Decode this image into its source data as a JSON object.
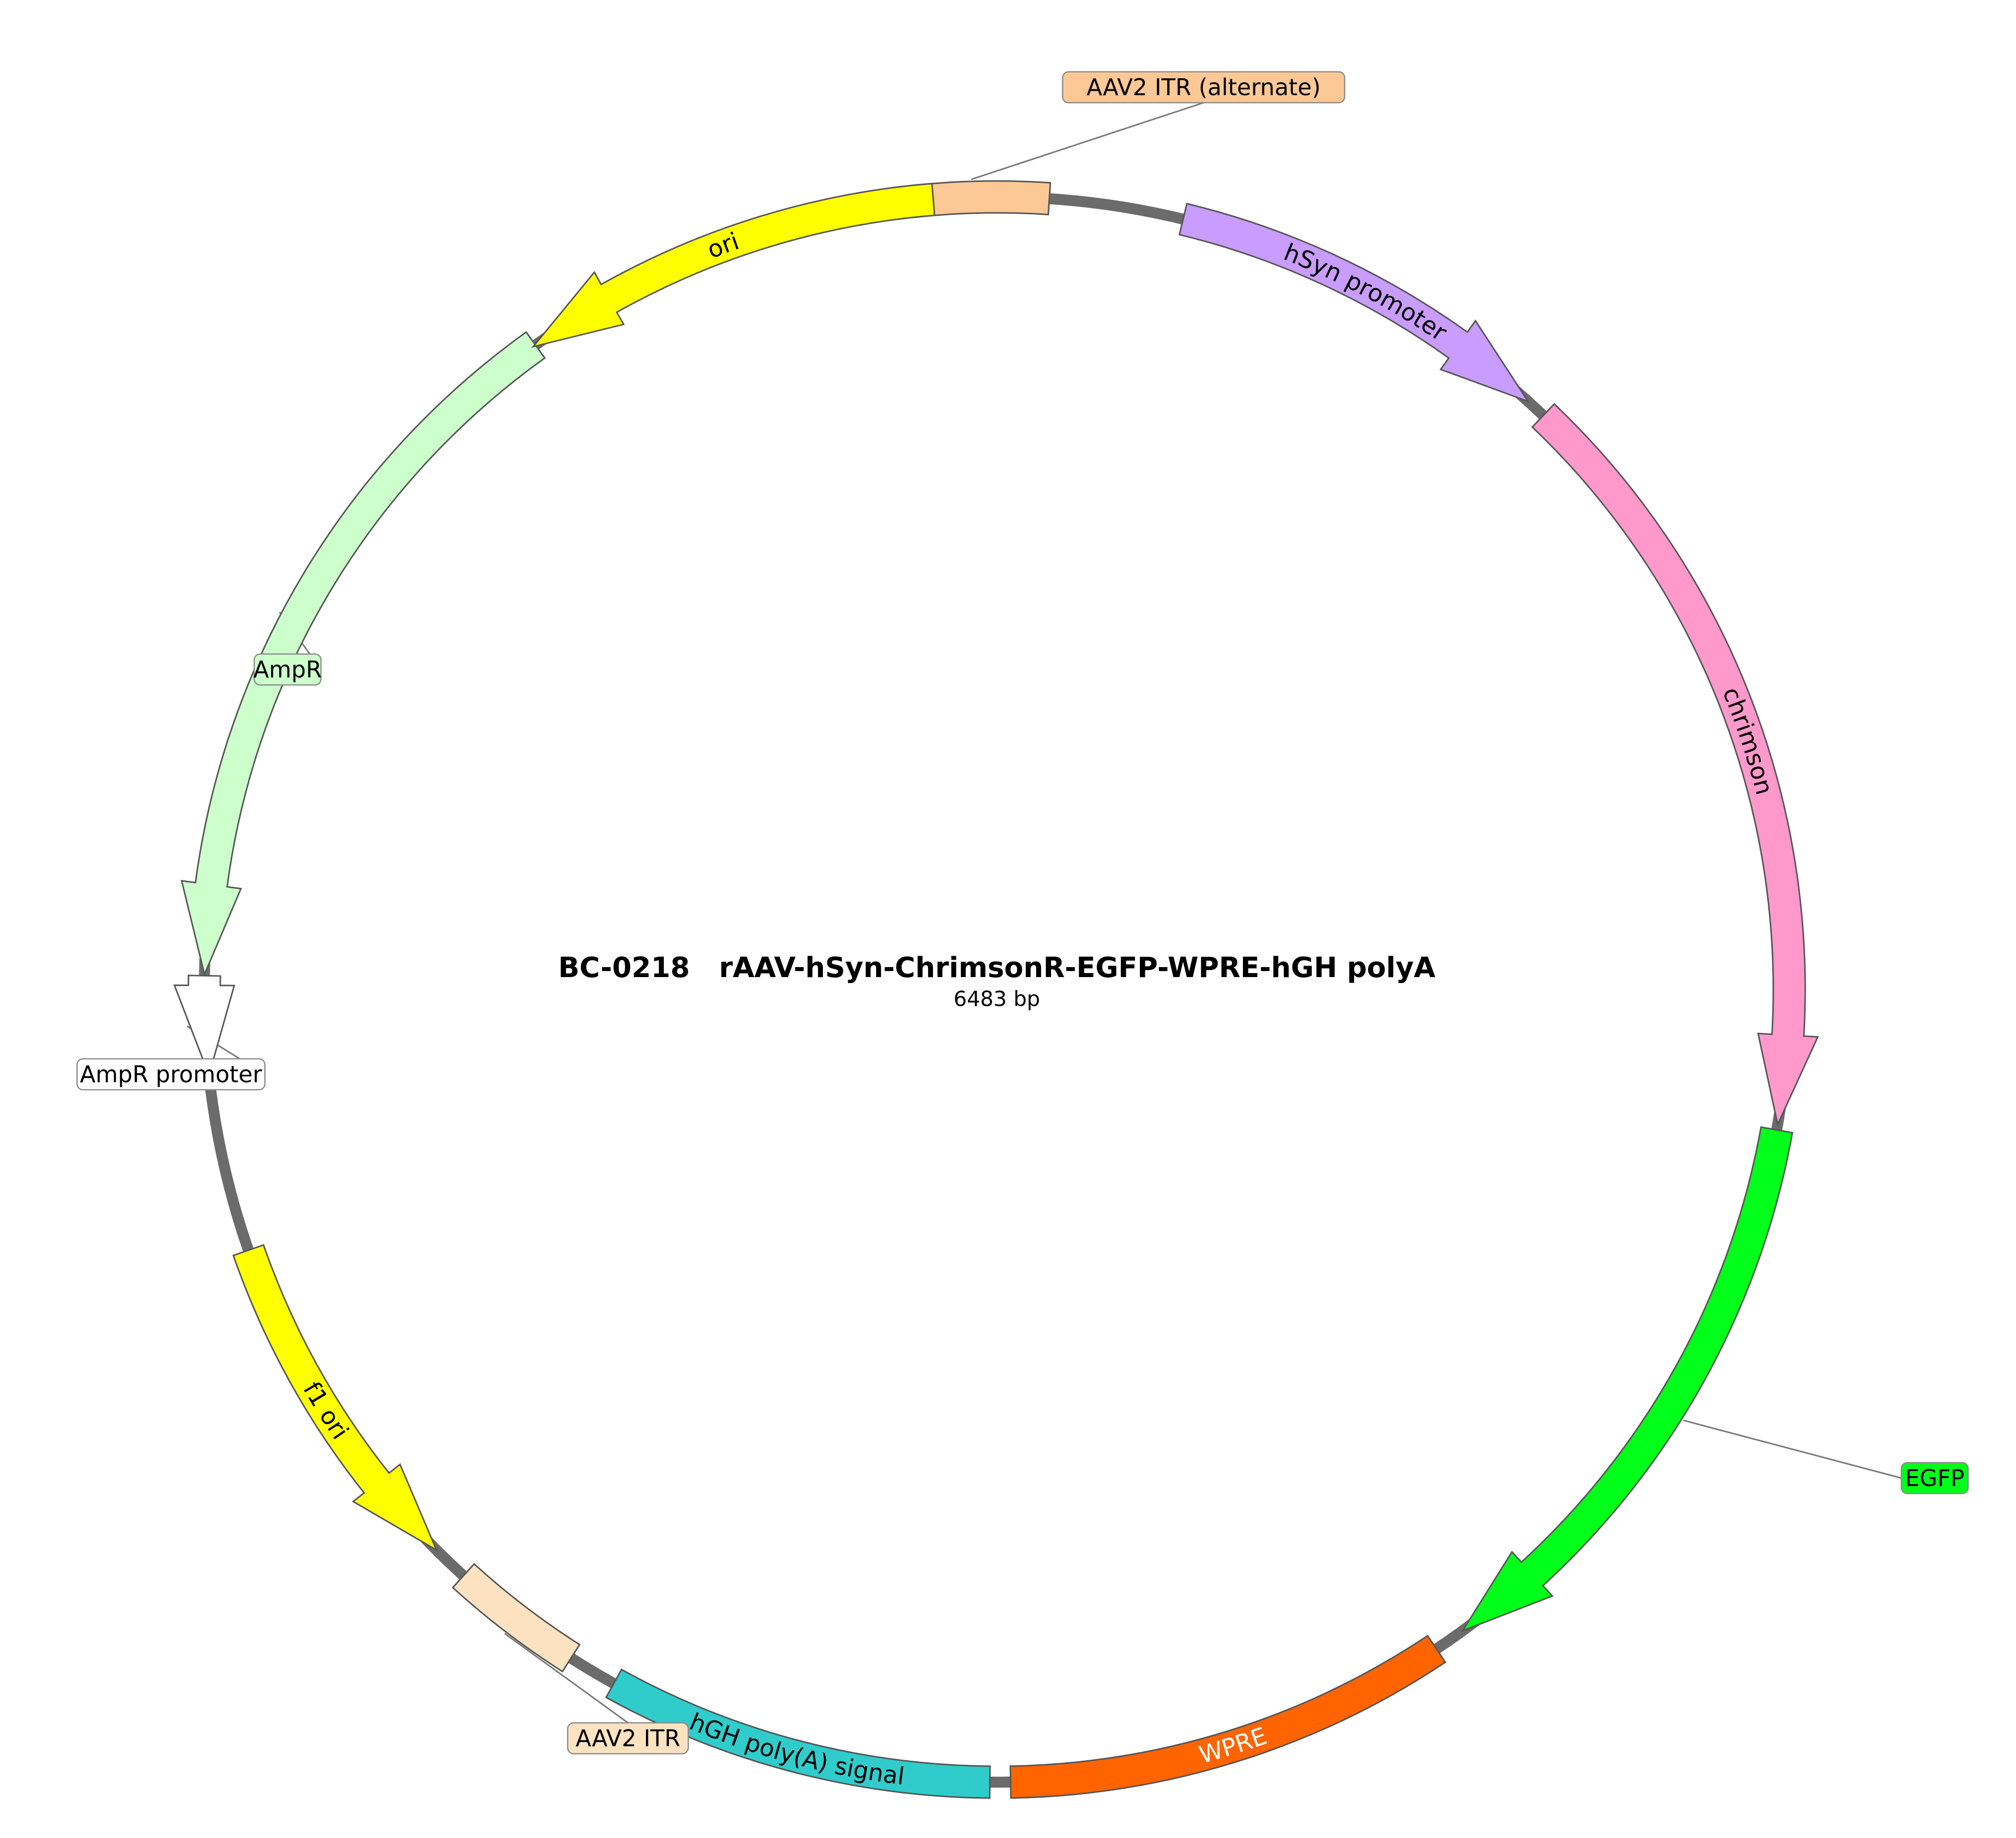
{
  "title": "BC-0218   rAAV-hSyn-ChrimsonR-EGFP-WPRE-hGH polyA",
  "size_label": "6483 bp",
  "backbone_color": "#6b6b6b",
  "features": [
    {
      "id": "aav2-itr-alt",
      "label": "AAV2 ITR (alternate)",
      "color": "#fbc896",
      "start_deg": -7.4,
      "end_deg": 3.8,
      "dir": "none",
      "inline_label": false,
      "callout": {
        "text": "AAV2 ITR (alternate)",
        "bg": "#fbc896"
      }
    },
    {
      "id": "hsyn-promoter",
      "label": "hSyn promoter",
      "color": "#c99cff",
      "start_deg": 13.6,
      "end_deg": 42.1,
      "dir": "cw",
      "inline_label": true,
      "text_color": "#000000"
    },
    {
      "id": "chrimson",
      "label": "chrimson",
      "color": "#ff99cc",
      "start_deg": 43.6,
      "end_deg": 99.8,
      "dir": "cw",
      "inline_label": true,
      "text_color": "#000000"
    },
    {
      "id": "egfp",
      "label": "EGFP",
      "color": "#00ff19",
      "start_deg": 100.2,
      "end_deg": 144.0,
      "dir": "cw",
      "inline_label": false,
      "callout": {
        "text": "EGFP",
        "bg": "#00ff19"
      }
    },
    {
      "id": "wpre",
      "label": "WPRE",
      "color": "#ff6400",
      "start_deg": 146.3,
      "end_deg": 179.0,
      "dir": "none",
      "inline_label": true,
      "text_color": "#ffffff"
    },
    {
      "id": "hgh-polya",
      "label": "hGH poly(A) signal",
      "color": "#30cccc",
      "start_deg": 180.5,
      "end_deg": 208.9,
      "dir": "none",
      "inline_label": true,
      "text_color": "#000000"
    },
    {
      "id": "aav2-itr",
      "label": "AAV2 ITR",
      "color": "#fde2c1",
      "start_deg": 212.5,
      "end_deg": 222.3,
      "dir": "none",
      "inline_label": false,
      "callout": {
        "text": "AAV2 ITR",
        "bg": "#fde2c1"
      }
    },
    {
      "id": "f1-ori",
      "label": "f1 ori",
      "color": "#ffff00",
      "start_deg": 225.0,
      "end_deg": 250.8,
      "dir": "ccw",
      "inline_label": true,
      "text_color": "#000000"
    },
    {
      "id": "ampr-promoter",
      "label": "AmpR promoter",
      "color": "#ffffff",
      "start_deg": 263.8,
      "end_deg": 271.0,
      "dir": "ccw",
      "inline_label": false,
      "callout": {
        "text": "AmpR promoter",
        "bg": "#ffffff"
      }
    },
    {
      "id": "ampr",
      "label": "AmpR",
      "color": "#ccffcc",
      "start_deg": 271.1,
      "end_deg": 324.4,
      "dir": "ccw",
      "inline_label": false,
      "callout": {
        "text": "AmpR",
        "bg": "#ccffcc"
      }
    },
    {
      "id": "ori",
      "label": "ori",
      "color": "#ffff00",
      "start_deg": 324.2,
      "end_deg": 355.4,
      "dir": "ccw",
      "inline_label": true,
      "text_color": "#000000"
    }
  ]
}
